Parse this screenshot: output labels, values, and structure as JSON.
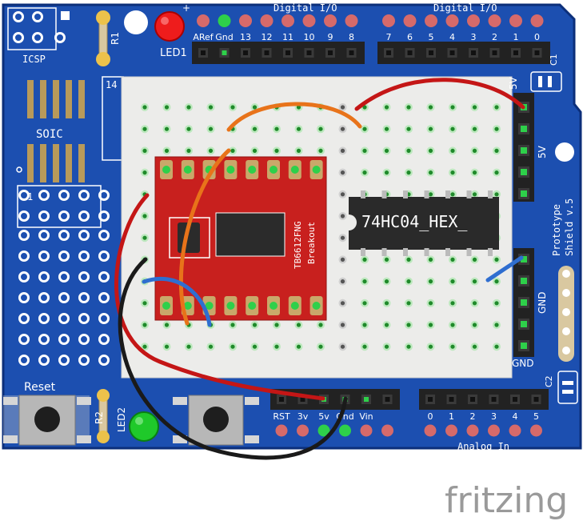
{
  "board": {
    "name": "Prototype Shield v.5",
    "name_line1": "Prototype",
    "name_line2": "Shield v.5",
    "header_top_left_label": "Digital I/O",
    "header_top_right_label": "Digital I/O",
    "pins_top_left": [
      "ARef",
      "Gnd",
      "13",
      "12",
      "11",
      "10",
      "9",
      "8"
    ],
    "pins_top_right": [
      "7",
      "6",
      "5",
      "4",
      "3",
      "2",
      "1",
      "0"
    ],
    "power_pins": [
      "RST",
      "3v",
      "5v",
      "Gnd",
      "Vin"
    ],
    "analog_pins": [
      "0",
      "1",
      "2",
      "3",
      "4",
      "5"
    ],
    "analog_label": "Analog In",
    "icsp_label": "ICSP",
    "soic_label": "SOIC",
    "reset_label": "Reset",
    "r1_label": "R1",
    "r2_label": "R2",
    "led1_label": "LED1",
    "led2_label": "LED2",
    "c1_label": "C1",
    "c2_label": "C2",
    "rail_label_5v_top": "5V",
    "rail_label_5v_mid": "5V",
    "rail_label_gnd_mid": "GND",
    "rail_label_gnd_bottom": "GND",
    "label_14": "14",
    "label_1": "1",
    "plus_sign": "+"
  },
  "chips": {
    "breakout_line1": "TB6612FNG",
    "breakout_line2": "Breakout",
    "inverter_label": "74HC04_HEX_"
  },
  "colors": {
    "board_blue": "#1c4fb0",
    "pcb_red": "#c8201e",
    "wire_red": "#c41616",
    "wire_orange": "#e8731a",
    "wire_blue": "#2f6ed0",
    "wire_black": "#1a1a1a",
    "led1": "#ee1c1c",
    "led2": "#1fc92a"
  },
  "branding": {
    "logo_text": "fritzing"
  }
}
